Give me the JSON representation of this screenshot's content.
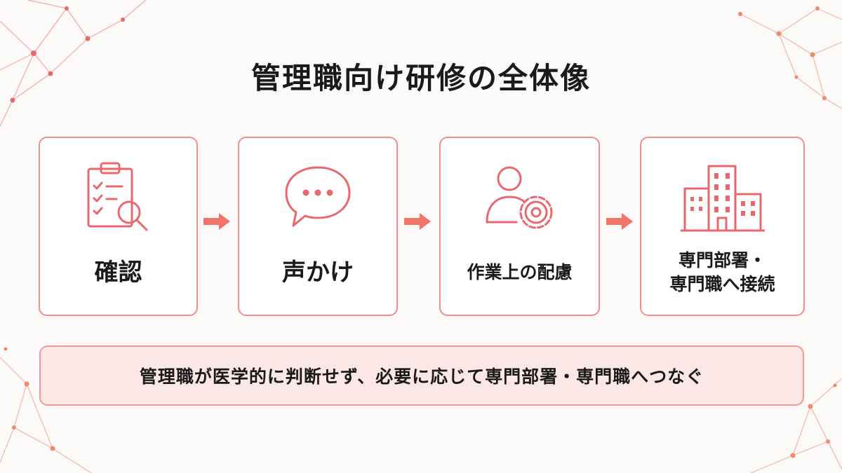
{
  "title": "管理職向け研修の全体像",
  "colors": {
    "accent": "#e8686e",
    "arrow": "#f07468",
    "border": "#ef8e8e",
    "summary_bg": "#fbe7e6"
  },
  "steps": [
    {
      "label": "確認",
      "icon": "clipboard-magnifier-icon"
    },
    {
      "label": "声かけ",
      "icon": "speech-bubble-icon"
    },
    {
      "label": "作業上の配慮",
      "icon": "person-gear-icon"
    },
    {
      "label_lines": [
        "専門部署・",
        "専門職へ接続"
      ],
      "icon": "building-icon"
    }
  ],
  "summary": "管理職が医学的に判断せず、必要に応じて専門部署・専門職へつなぐ"
}
